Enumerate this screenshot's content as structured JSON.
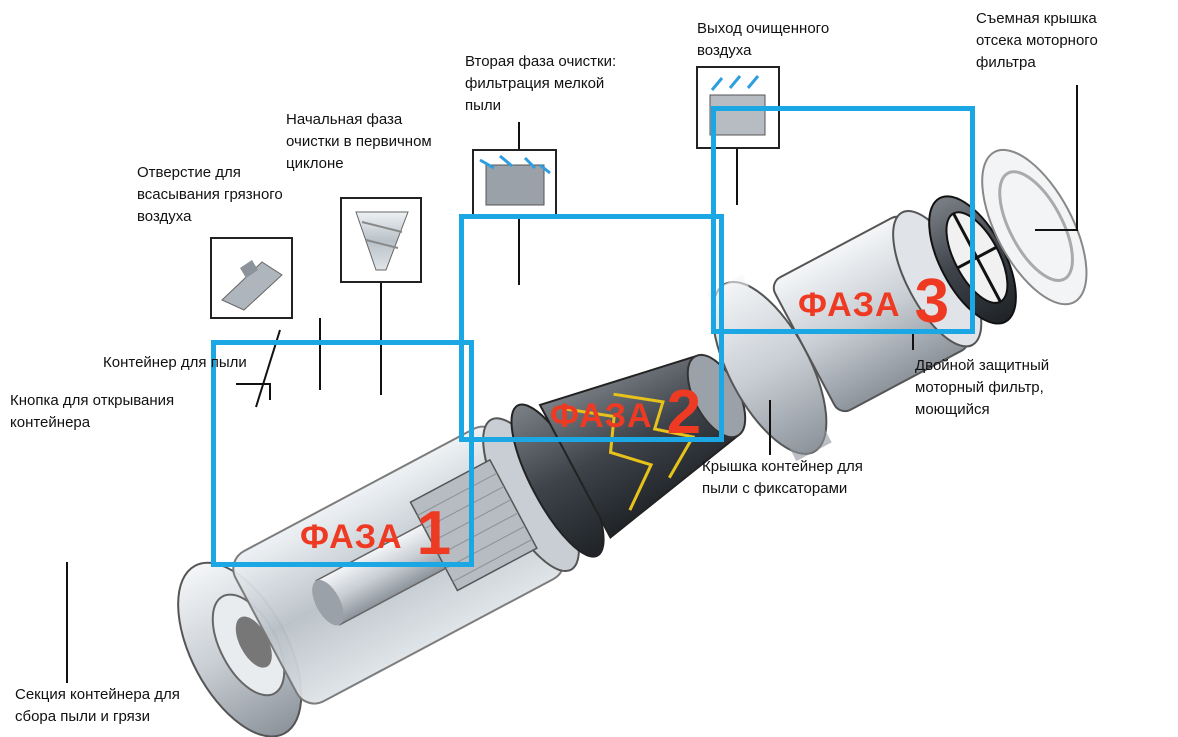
{
  "labels": {
    "suction_hole": "Отверстие для\nвсасывания грязного\nвоздуха",
    "primary_cyclone": "Начальная фаза\nочистки в первичном\nциклоне",
    "second_phase": "Вторая фаза очистки:\nфильтрация мелкой\nпыли",
    "clean_air_out": "Выход очищенного\nвоздуха",
    "removable_cover": "Съемная крышка\nотсека моторного\nфильтра",
    "dust_container": "Контейнер для пыли",
    "open_button": "Кнопка для открывания\nконтейнера",
    "container_lid": "Крышка контейнер для\nпыли с фиксаторами",
    "motor_filter": "Двойной защитный\nмоторный фильтр,\nмоющийся",
    "dirt_section": "Секция контейнера для\nсбора пыли и грязи"
  },
  "phases": [
    {
      "word": "ФАЗА",
      "number": "1"
    },
    {
      "word": "ФАЗА",
      "number": "2"
    },
    {
      "word": "ФАЗА",
      "number": "3"
    }
  ],
  "colors": {
    "phase_box": "#1ba7e3",
    "phase_text": "#ef3a23",
    "airflow": "#2e9ee0",
    "filter_outline": "#e6c21a"
  }
}
